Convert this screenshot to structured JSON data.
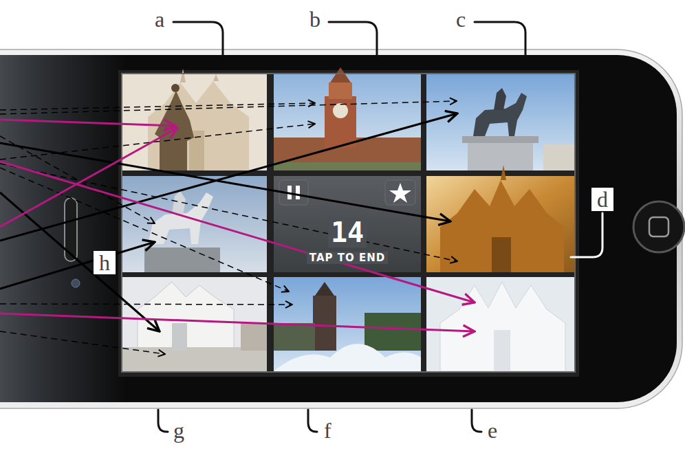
{
  "diagram": {
    "nodes": [
      {
        "text": [
          "14",
          "TAP TO END"
        ]
      }
    ],
    "labels": [
      "a",
      "b",
      "c",
      "d",
      "e",
      "f",
      "g",
      "h"
    ]
  }
}
